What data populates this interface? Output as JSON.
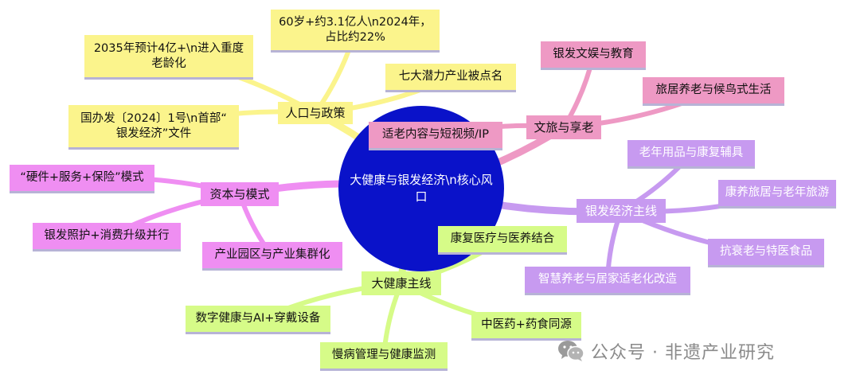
{
  "center": {
    "label": "大健康与银发经济\\n核心风口"
  },
  "branches": {
    "population": {
      "label": "人口与政策",
      "leaves": [
        "60岁+约3.1亿人\\n2024年，\n占比约22%",
        "2035年预计4亿+\\n进入重度\n老龄化",
        "七大潜力产业被点名",
        "国办发〔2024〕1号\\n首部“\n银发经济”文件"
      ]
    },
    "culture": {
      "label": "文旅与享老",
      "leaves": [
        "银发文娱与教育",
        "旅居养老与候鸟式生活",
        "适老内容与短视频/IP"
      ]
    },
    "silver": {
      "label": "银发经济主线",
      "leaves": [
        "老年用品与康复辅具",
        "康养旅居与老年旅游",
        "抗衰老与特医食品",
        "智慧养老与居家适老化改造"
      ]
    },
    "capital": {
      "label": "资本与模式",
      "leaves": [
        "“硬件+服务+保险”模式",
        "银发照护+消费升级并行",
        "产业园区与产业集群化"
      ]
    },
    "health": {
      "label": "大健康主线",
      "leaves": [
        "康复医疗与医养结合",
        "数字健康与AI+穿戴设备",
        "中医药+药食同源",
        "慢病管理与健康监测"
      ]
    }
  },
  "watermark": {
    "text": "公众号 · 非遗产业研究",
    "icon": "wechat-icon"
  },
  "colors": {
    "center": "#0a12c9",
    "population": "#fbf48c",
    "culture": "#ee99c4",
    "silver": "#c79af0",
    "capital": "#ef8ef2",
    "health": "#d6fb88"
  }
}
